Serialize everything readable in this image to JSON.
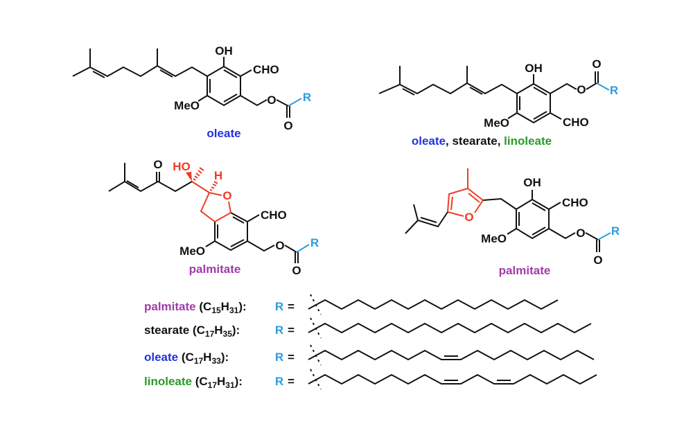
{
  "colors": {
    "oleate": "#2233dd",
    "stearate": "#111111",
    "linoleate": "#2a9a2a",
    "palmitate": "#a03ca8",
    "r_group": "#2f9be0",
    "highlight": "#ee3b24"
  },
  "atoms": {
    "oh": "OH",
    "cho": "CHO",
    "meo": "MeO",
    "o": "O",
    "r": "R",
    "ho": "HO",
    "h": "H"
  },
  "molecules": [
    {
      "label_parts": [
        {
          "text": "oleate",
          "color_key": "oleate"
        }
      ]
    },
    {
      "label_parts": [
        {
          "text": "oleate",
          "color_key": "oleate"
        },
        {
          "text": ", ",
          "color_key": "stearate"
        },
        {
          "text": "stearate",
          "color_key": "stearate"
        },
        {
          "text": ", ",
          "color_key": "stearate"
        },
        {
          "text": "linoleate",
          "color_key": "linoleate"
        }
      ]
    },
    {
      "label_parts": [
        {
          "text": "palmitate",
          "color_key": "palmitate"
        }
      ]
    },
    {
      "label_parts": [
        {
          "text": "palmitate",
          "color_key": "palmitate"
        }
      ]
    }
  ],
  "r_groups": [
    {
      "name": "palmitate",
      "color_key": "palmitate",
      "f1": " (C",
      "s1": "15",
      "f2": "H",
      "s2": "31",
      "f3": "):",
      "r": "R",
      "eq": "=",
      "chain": {
        "bonds": 15,
        "cis_bonds": []
      }
    },
    {
      "name": "stearate",
      "color_key": "stearate",
      "f1": " (C",
      "s1": "17",
      "f2": "H",
      "s2": "35",
      "f3": "):",
      "r": "R",
      "eq": "=",
      "chain": {
        "bonds": 17,
        "cis_bonds": []
      }
    },
    {
      "name": "oleate",
      "color_key": "oleate",
      "f1": " (C",
      "s1": "17",
      "f2": "H",
      "s2": "33",
      "f3": "):",
      "r": "R",
      "eq": "=",
      "chain": {
        "bonds": 17,
        "cis_bonds": [
          9
        ]
      }
    },
    {
      "name": "linoleate",
      "color_key": "linoleate",
      "f1": " (C",
      "s1": "17",
      "f2": "H",
      "s2": "31",
      "f3": "):",
      "r": "R",
      "eq": "=",
      "chain": {
        "bonds": 17,
        "cis_bonds": [
          9,
          12
        ]
      }
    }
  ]
}
